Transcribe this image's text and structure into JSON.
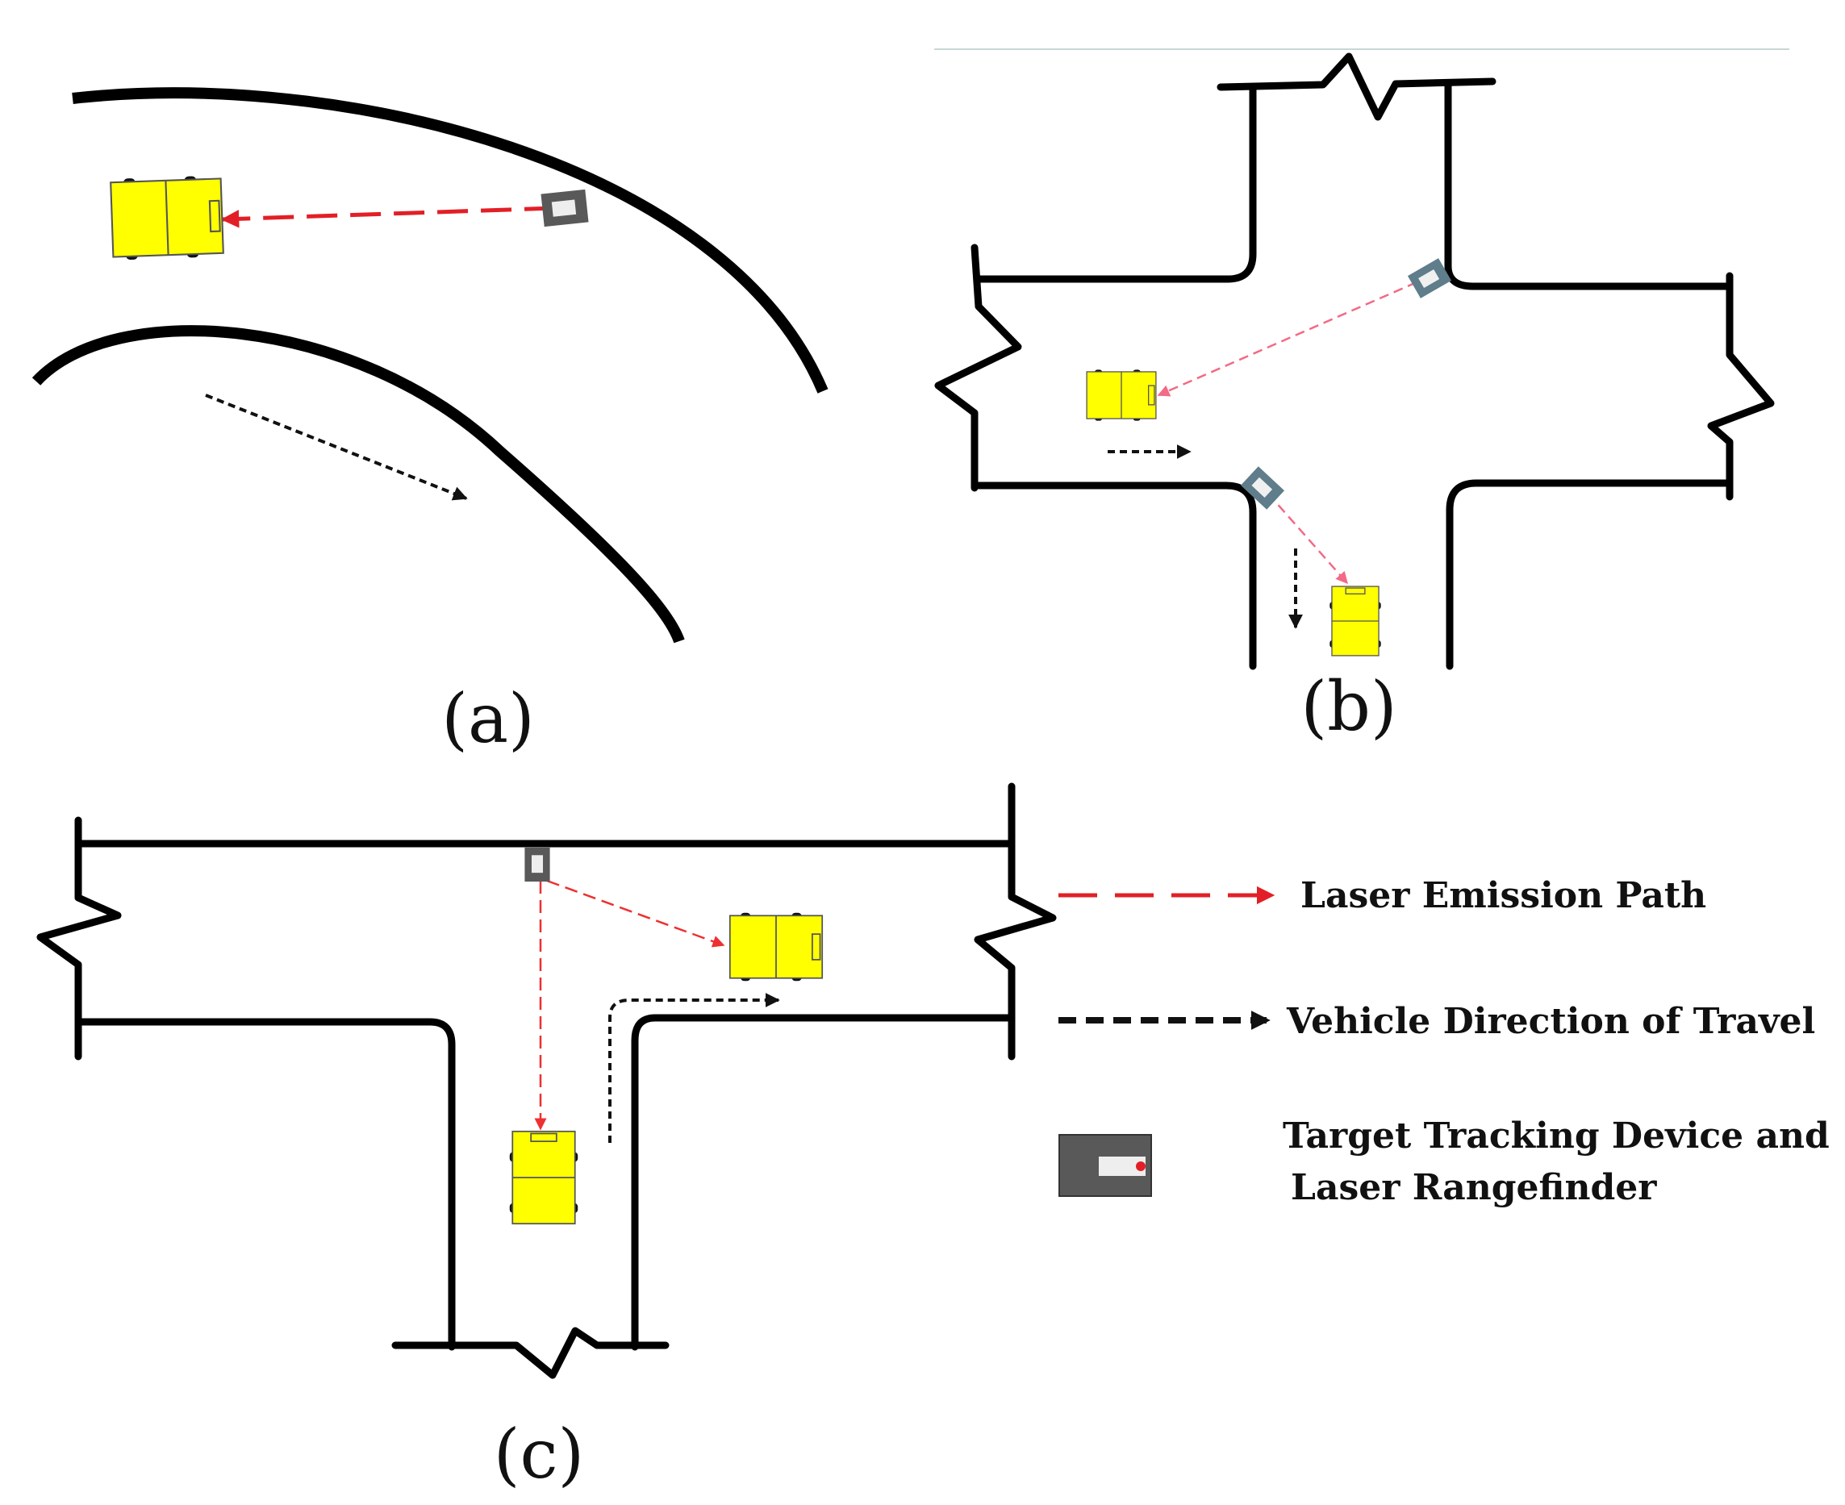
{
  "panels": {
    "a": {
      "caption": "(a)"
    },
    "b": {
      "caption": "(b)"
    },
    "c": {
      "caption": "(c)"
    }
  },
  "legend": {
    "laser_path": "Laser Emission Path",
    "travel_direction": "Vehicle Direction of Travel",
    "device_line1": "Target Tracking Device and",
    "device_line2": "Laser Rangefinder"
  },
  "colors": {
    "laser": "#e21f26",
    "laser_light": "#f26a86",
    "vehicle": "#ffff00",
    "device": "#595959",
    "device_b": "#5f7d8a",
    "road": "#000000"
  }
}
